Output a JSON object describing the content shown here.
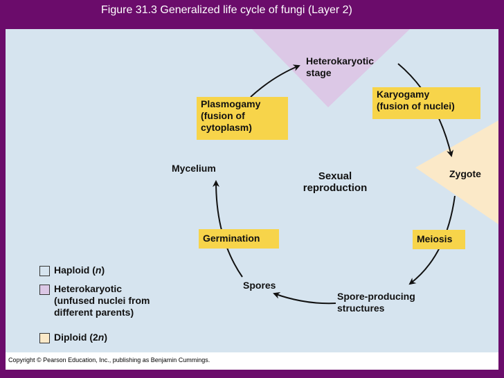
{
  "title": "Figure 31.3  Generalized life cycle of fungi (Layer 2)",
  "copyright": "Copyright © Pearson Education, Inc., publishing as Benjamin Cummings.",
  "stages": {
    "heterokaryotic": "Heterokaryotic\nstage",
    "zygote": "Zygote",
    "mycelium": "Mycelium",
    "spores": "Spores",
    "spore_structures": "Spore-producing\nstructures",
    "center": "Sexual\nreproduction"
  },
  "processes": {
    "plasmogamy": "Plasmogamy\n(fusion of\ncytoplasm)",
    "karyogamy": "Karyogamy\n(fusion of nuclei)",
    "meiosis": "Meiosis",
    "germination": "Germination"
  },
  "legend": {
    "haploid": {
      "before": "Haploid (",
      "italic": "n",
      "after": ")",
      "color": "#d6e4ef"
    },
    "heterokaryotic": {
      "text": "Heterokaryotic\n(unfused nuclei from\ndifferent parents)",
      "color": "#dcc8e6"
    },
    "diploid": {
      "before": "Diploid (2",
      "italic": "n",
      "after": ")",
      "color": "#fbe9c8"
    }
  },
  "colors": {
    "background": "#6b0c6b",
    "panel": "#d6e4ef",
    "heterokaryotic_fill": "#dcc8e6",
    "diploid_fill": "#fbe9c8",
    "process_box": "#f7d44a"
  }
}
